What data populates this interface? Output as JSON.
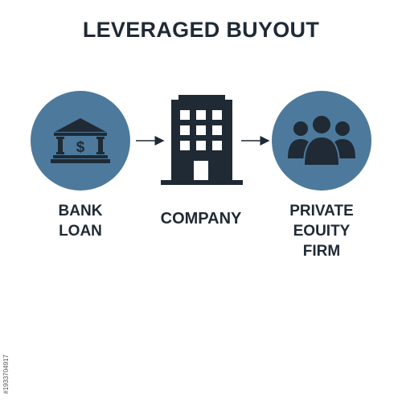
{
  "title": "LEVERAGED BUYOUT",
  "nodes": {
    "bank": {
      "label": "BANK\nLOAN",
      "icon": "bank-icon",
      "symbol": "$"
    },
    "company": {
      "label": "COMPANY",
      "icon": "office-building-icon"
    },
    "private_equity": {
      "label": "PRIVATE\nEOUITY\nFIRM",
      "icon": "group-of-people-icon"
    }
  },
  "watermark": "#193370491​7",
  "colors": {
    "circle_fill": "#4d7a9c",
    "dark": "#1f2a35",
    "background": "#ffffff"
  }
}
